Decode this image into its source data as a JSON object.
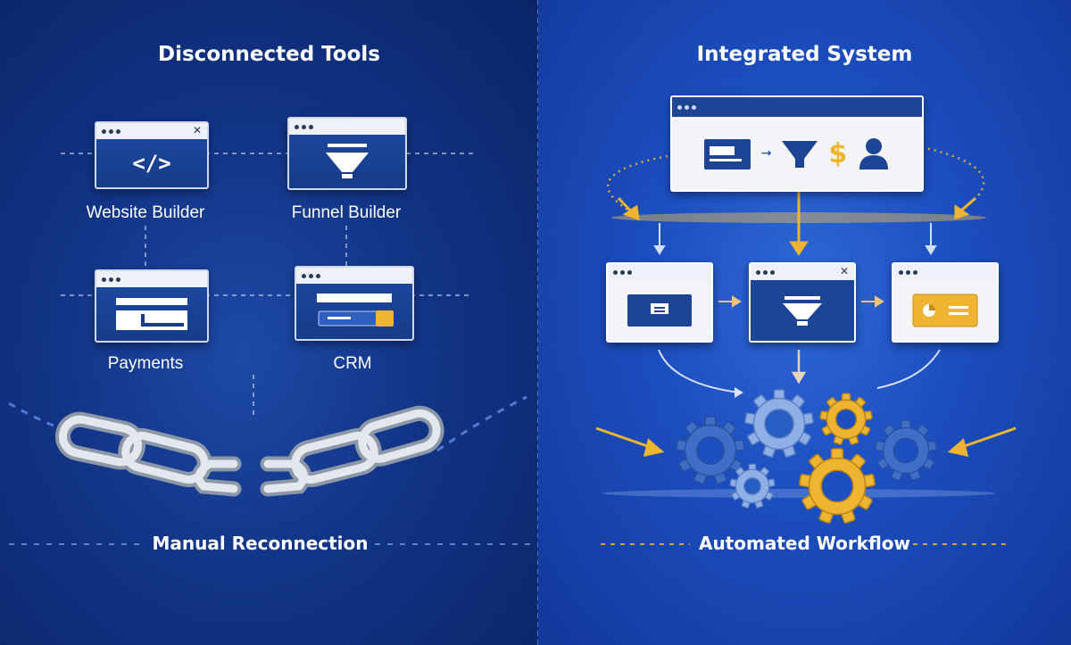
{
  "left": {
    "title": "Disconnected Tools",
    "tools": [
      {
        "label": "Website Builder",
        "icon": "code-icon"
      },
      {
        "label": "Funnel Builder",
        "icon": "funnel-icon"
      },
      {
        "label": "Payments",
        "icon": "payment-form-icon"
      },
      {
        "label": "CRM",
        "icon": "crm-card-icon"
      }
    ],
    "code_glyph": "</>",
    "caption": "Manual Reconnection"
  },
  "right": {
    "title": "Integrated System",
    "dashboard_icons": [
      "website-icon",
      "arrow-icon",
      "funnel-icon",
      "dollar-icon",
      "user-icon"
    ],
    "dollar_glyph": "$",
    "arrow_glyph": "→",
    "stage_icons": [
      "website-icon",
      "funnel-icon",
      "payment-card-icon"
    ],
    "caption": "Automated Workflow"
  },
  "colors": {
    "left_bg": "#123486",
    "right_bg": "#1d4fc0",
    "gold": "#f0b530",
    "gear_blue": "#3f6ec6",
    "gear_light": "#8fb0e6",
    "window_frame": "#eef1f7"
  }
}
